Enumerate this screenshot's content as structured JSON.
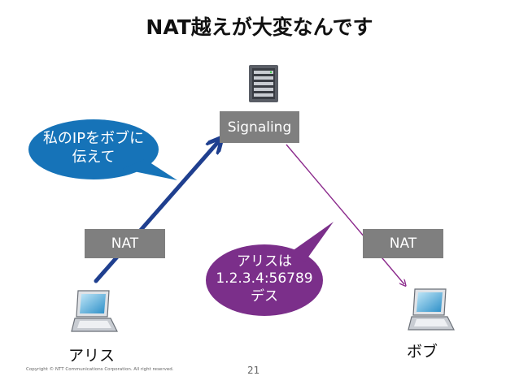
{
  "title": "NAT越えが大変なんです",
  "signaling_label": "Signaling",
  "nat_left_label": "NAT",
  "nat_right_label": "NAT",
  "alice_label": "アリス",
  "bob_label": "ボブ",
  "bubble_blue": {
    "line1": "私のIPをボブに",
    "line2": "伝えて"
  },
  "bubble_purple": {
    "line1": "アリスは",
    "line2": "1.2.3.4:56789",
    "line3": "デス"
  },
  "footer_copyright": "Copyright © NTT Communications Corporation. All right reserved.",
  "page_number": "21",
  "colors": {
    "box_gray": "#7f7f7f",
    "blue_bubble": "#1673b8",
    "purple_bubble": "#7b2f8a",
    "arrow_blue": "#1f3f8f",
    "arrow_purple": "#8b2a8c"
  }
}
